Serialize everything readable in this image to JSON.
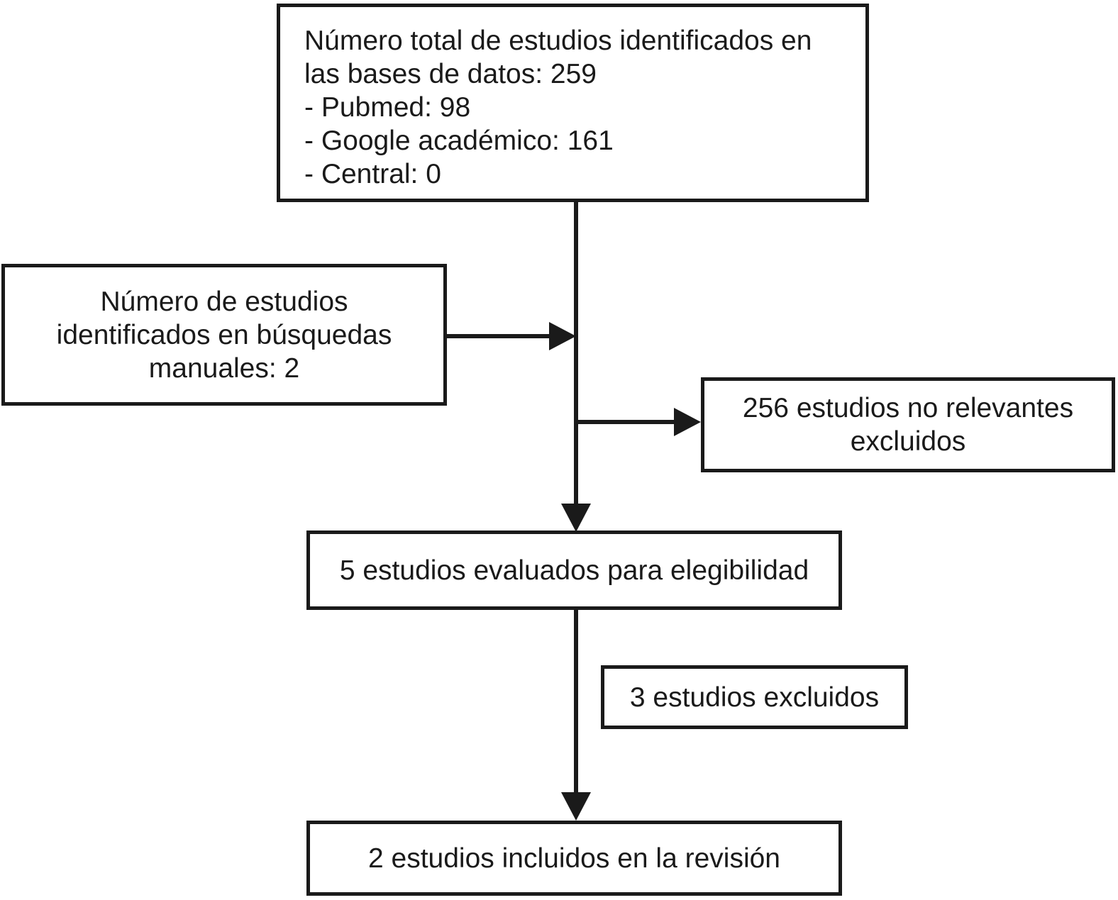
{
  "colors": {
    "ink": "#1a1a1a",
    "paper": "#ffffff"
  },
  "flowchart": {
    "identified_db": {
      "lines": [
        "Número total de estudios identificados en",
        "las bases de datos: 259",
        "- Pubmed: 98",
        "- Google académico: 161",
        "- Central: 0"
      ]
    },
    "manual_search": {
      "lines": [
        "Número de estudios",
        "identificados en búsquedas",
        "manuales: 2"
      ]
    },
    "not_relevant_excluded": {
      "lines": [
        "256 estudios no relevantes",
        "excluidos"
      ]
    },
    "eligibility": {
      "lines": [
        "5 estudios evaluados para elegibilidad"
      ]
    },
    "excluded": {
      "lines": [
        "3 estudios excluidos"
      ]
    },
    "included": {
      "lines": [
        "2 estudios incluidos en la revisión"
      ]
    }
  }
}
